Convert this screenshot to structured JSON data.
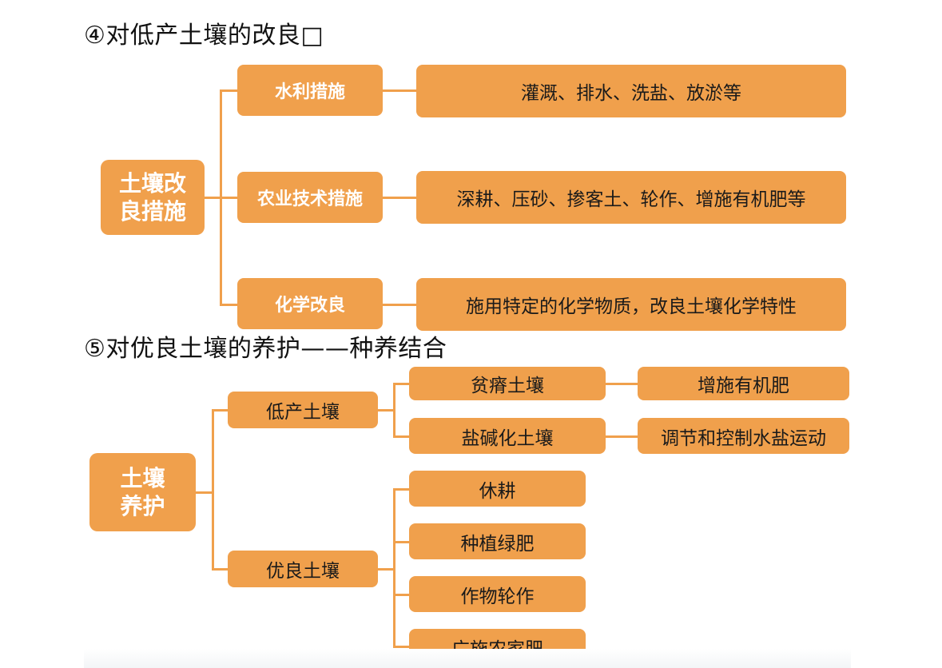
{
  "section4": {
    "heading": "④对低产土壤的改良□",
    "root": "土壤改良措施",
    "rows": [
      {
        "label": "水利措施",
        "detail": "灌溉、排水、洗盐、放淤等"
      },
      {
        "label": "农业技术措施",
        "detail": "深耕、压砂、掺客土、轮作、增施有机肥等"
      },
      {
        "label": "化学改良",
        "detail": "施用特定的化学物质，改良土壤化学特性"
      }
    ]
  },
  "section5": {
    "heading": "⑤对优良土壤的养护——种养结合",
    "root": "土壤养护",
    "low": {
      "label": "低产土壤",
      "children": [
        {
          "label": "贫瘠土壤",
          "detail": "增施有机肥"
        },
        {
          "label": "盐碱化土壤",
          "detail": "调节和控制水盐运动"
        }
      ]
    },
    "good": {
      "label": "优良土壤",
      "children": [
        "休耕",
        "种植绿肥",
        "作物轮作",
        "广施农家肥"
      ]
    }
  },
  "colors": {
    "box": "#f0a04c",
    "box_text": "#ffffff",
    "leaf_text": "#1a1a1a"
  }
}
